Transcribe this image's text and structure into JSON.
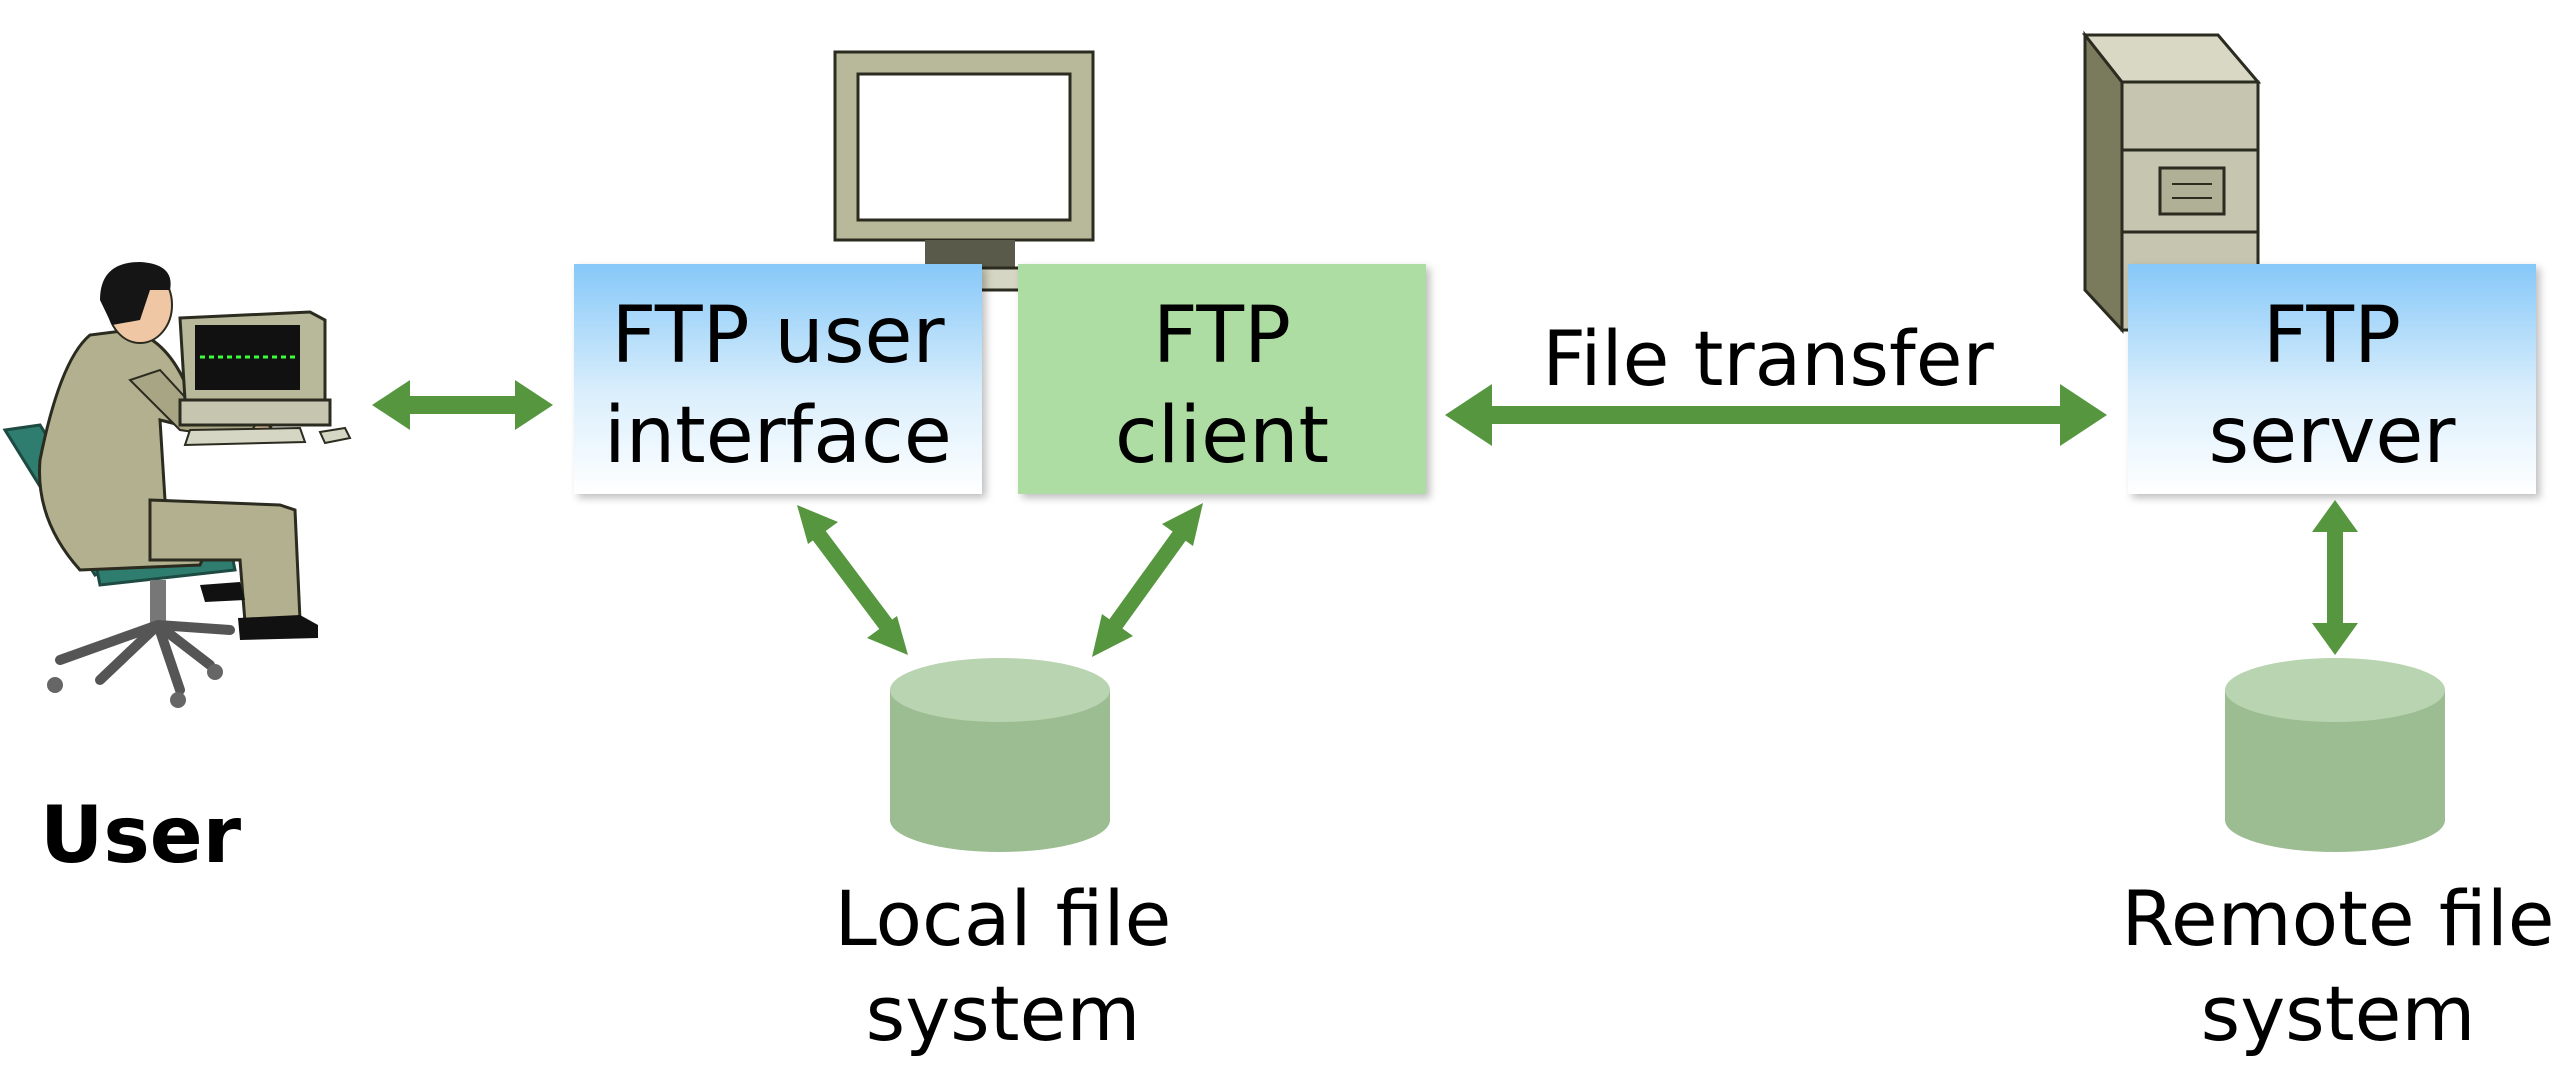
{
  "user": {
    "label": "User"
  },
  "ftp_user_interface": {
    "line1": "FTP user",
    "line2": "interface"
  },
  "ftp_client": {
    "line1": "FTP",
    "line2": "client"
  },
  "ftp_server": {
    "line1": "FTP",
    "line2": "server"
  },
  "file_transfer": {
    "label": "File transfer"
  },
  "local_fs": {
    "line1": "Local file",
    "line2": "system"
  },
  "remote_fs": {
    "line1": "Remote file",
    "line2": "system"
  },
  "colors": {
    "arrow": "#56963f",
    "client_box": "#aedda3",
    "ui_box_top": "#86c8f8",
    "server_box_top": "#86c8f8",
    "box_bottom": "#ffffff",
    "disk": "#9cbc92",
    "disk_top": "#b9d4b0",
    "monitor": "#b8b89a",
    "tower": "#c6c6b0"
  }
}
